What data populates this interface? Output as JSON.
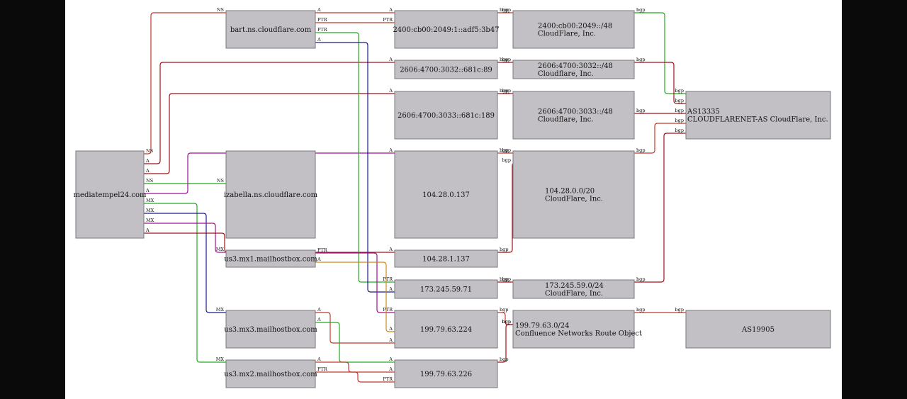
{
  "nodes": [
    {
      "id": "mediatempel",
      "lines": [
        "mediatempel24.com"
      ]
    },
    {
      "id": "bart",
      "lines": [
        "bart.ns.cloudflare.com"
      ]
    },
    {
      "id": "izabella",
      "lines": [
        "izabella.ns.cloudflare.com"
      ]
    },
    {
      "id": "mx1",
      "lines": [
        "us3.mx1.mailhostbox.com"
      ]
    },
    {
      "id": "mx3",
      "lines": [
        "us3.mx3.mailhostbox.com"
      ]
    },
    {
      "id": "mx2",
      "lines": [
        "us3.mx2.mailhostbox.com"
      ]
    },
    {
      "id": "ip6a",
      "lines": [
        "2400:cb00:2049:1::adf5:3b47"
      ]
    },
    {
      "id": "ip6b",
      "lines": [
        "2606:4700:3032::681c:89"
      ]
    },
    {
      "id": "ip6c",
      "lines": [
        "2606:4700:3033::681c:189"
      ]
    },
    {
      "id": "ip104a",
      "lines": [
        "104.28.0.137"
      ]
    },
    {
      "id": "ip104b",
      "lines": [
        "104.28.1.137"
      ]
    },
    {
      "id": "ip173",
      "lines": [
        "173.245.59.71"
      ]
    },
    {
      "id": "ip199a",
      "lines": [
        "199.79.63.224"
      ]
    },
    {
      "id": "ip199b",
      "lines": [
        "199.79.63.226"
      ]
    },
    {
      "id": "pfx6a",
      "lines": [
        "2400:cb00:2049::/48",
        "CloudFlare, Inc."
      ]
    },
    {
      "id": "pfx6b",
      "lines": [
        "2606:4700:3032::/48",
        "Cloudflare, Inc."
      ]
    },
    {
      "id": "pfx6c",
      "lines": [
        "2606:4700:3033::/48",
        "Cloudflare, Inc."
      ]
    },
    {
      "id": "pfx104",
      "lines": [
        "104.28.0.0/20",
        "CloudFlare, Inc."
      ]
    },
    {
      "id": "pfx173",
      "lines": [
        "173.245.59.0/24",
        "CloudFlare, Inc."
      ]
    },
    {
      "id": "pfx199",
      "lines": [
        "199.79.63.0/24",
        "Confluence Networks Route Object"
      ]
    },
    {
      "id": "as13335",
      "lines": [
        "AS13335",
        "CLOUDFLARENET-AS CloudFlare, Inc."
      ]
    },
    {
      "id": "as19905",
      "lines": [
        "AS19905"
      ]
    }
  ],
  "edges": [
    {
      "from": "mediatempel",
      "to": "bart",
      "label": "NS",
      "color": "#c0392b"
    },
    {
      "from": "mediatempel",
      "to": "ip6b",
      "label": "A",
      "color": "#a0101a"
    },
    {
      "from": "mediatempel",
      "to": "ip6c",
      "label": "A",
      "color": "#a0101a"
    },
    {
      "from": "mediatempel",
      "to": "izabella",
      "label": "NS",
      "color": "#22aa22"
    },
    {
      "from": "mediatempel",
      "to": "ip104a",
      "label": "A",
      "color": "#a01090"
    },
    {
      "from": "mediatempel",
      "to": "mx2",
      "label": "MX",
      "color": "#22aa22"
    },
    {
      "from": "mediatempel",
      "to": "mx3",
      "label": "MX",
      "color": "#1a1a8a"
    },
    {
      "from": "mediatempel",
      "to": "mx1",
      "label": "MX",
      "color": "#a01090"
    },
    {
      "from": "mediatempel",
      "to": "ip104b",
      "label": "A",
      "color": "#a0101a"
    },
    {
      "from": "bart",
      "to": "ip6a",
      "label": "A",
      "color": "#c0392b"
    },
    {
      "from": "bart",
      "to": "ip6a",
      "label": "PTR",
      "color": "#c0392b"
    },
    {
      "from": "bart",
      "to": "ip173",
      "label": "PTR",
      "color": "#22aa22"
    },
    {
      "from": "bart",
      "to": "ip173",
      "label": "A",
      "color": "#1a1a8a"
    },
    {
      "from": "mx1",
      "to": "ip199a",
      "label": "PTR",
      "color": "#a01090"
    },
    {
      "from": "mx1",
      "to": "ip199a",
      "label": "A",
      "color": "#c88a1a"
    },
    {
      "from": "mx3",
      "to": "ip199a",
      "label": "A",
      "color": "#c0392b"
    },
    {
      "from": "mx3",
      "to": "ip199b",
      "label": "A",
      "color": "#22aa22"
    },
    {
      "from": "mx2",
      "to": "ip199b",
      "label": "A",
      "color": "#c0392b"
    },
    {
      "from": "mx2",
      "to": "ip199b",
      "label": "PTR",
      "color": "#c0392b"
    },
    {
      "from": "ip6a",
      "to": "pfx6a",
      "label": "bgp",
      "color": "#c0392b"
    },
    {
      "from": "ip6b",
      "to": "pfx6b",
      "label": "bgp",
      "color": "#a0101a"
    },
    {
      "from": "ip6c",
      "to": "pfx6c",
      "label": "bgp",
      "color": "#a0101a"
    },
    {
      "from": "ip104a",
      "to": "pfx104",
      "label": "bgp",
      "color": "#c0392b"
    },
    {
      "from": "ip104b",
      "to": "pfx104",
      "label": "bgp",
      "color": "#a0101a"
    },
    {
      "from": "ip173",
      "to": "pfx173",
      "label": "bgp",
      "color": "#a0101a"
    },
    {
      "from": "ip199a",
      "to": "pfx199",
      "label": "bgp",
      "color": "#c0392b"
    },
    {
      "from": "ip199b",
      "to": "pfx199",
      "label": "bgp",
      "color": "#a0101a"
    },
    {
      "from": "pfx6a",
      "to": "as13335",
      "label": "bgp",
      "color": "#22aa22"
    },
    {
      "from": "pfx6b",
      "to": "as13335",
      "label": "bgp",
      "color": "#a0101a"
    },
    {
      "from": "pfx6c",
      "to": "as13335",
      "label": "bgp",
      "color": "#a0101a"
    },
    {
      "from": "pfx104",
      "to": "as13335",
      "label": "bgp",
      "color": "#c0392b"
    },
    {
      "from": "pfx173",
      "to": "as13335",
      "label": "bgp",
      "color": "#a0101a"
    },
    {
      "from": "pfx199",
      "to": "as19905",
      "label": "bgp",
      "color": "#c0392b"
    }
  ]
}
